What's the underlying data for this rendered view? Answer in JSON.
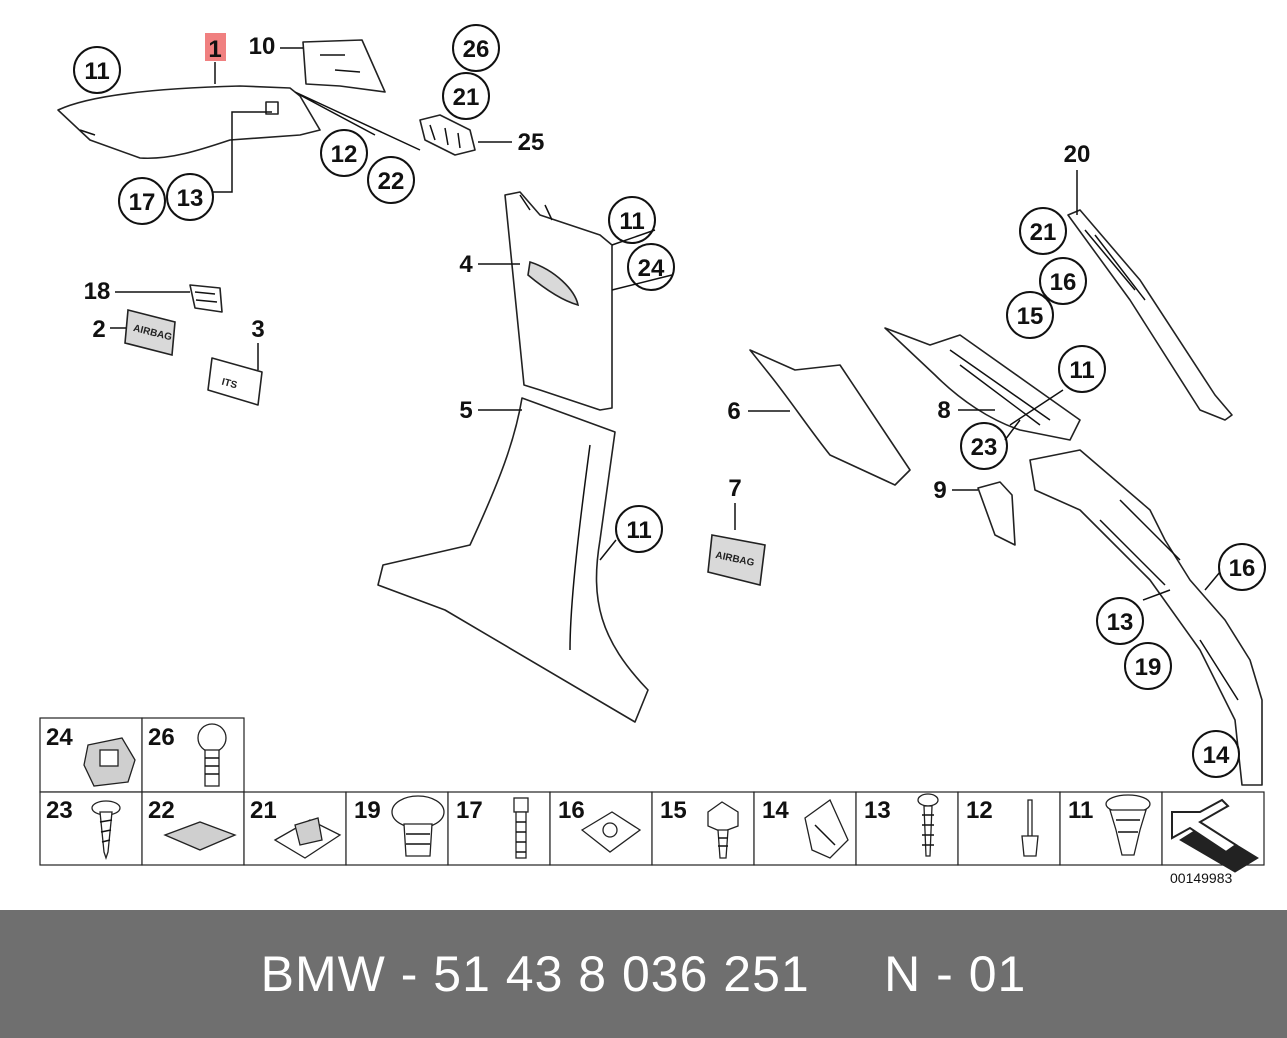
{
  "diagram": {
    "highlight_label": "1",
    "highlight_color": "#f08080",
    "labels": {
      "p10": "10",
      "p18": "18",
      "p2": "2",
      "p3": "3",
      "p4": "4",
      "p5": "5",
      "p6": "6",
      "p7": "7",
      "p8": "8",
      "p9": "9",
      "p20": "20",
      "p25": "25"
    },
    "circled": {
      "c11a": "11",
      "c17": "17",
      "c13a": "13",
      "c12": "12",
      "c22": "22",
      "c26": "26",
      "c21a": "21",
      "c11b": "11",
      "c24": "24",
      "c11c": "11",
      "c21b": "21",
      "c16a": "16",
      "c15": "15",
      "c11d": "11",
      "c23": "23",
      "c16b": "16",
      "c13b": "13",
      "c19": "19",
      "c14": "14"
    },
    "badge_text": {
      "airbag_2": "AIRBAG",
      "its_3": "ITS",
      "airbag_7": "AIRBAG"
    }
  },
  "parts_table": {
    "top_row": [
      "24",
      "26"
    ],
    "bottom_row": [
      "23",
      "22",
      "21",
      "19",
      "17",
      "16",
      "15",
      "14",
      "13",
      "12",
      "11"
    ]
  },
  "doc_number": "00149983",
  "footer": {
    "text": "BMW - 51 43 8 036 251     N - 01",
    "background": "#6f6f6f"
  }
}
